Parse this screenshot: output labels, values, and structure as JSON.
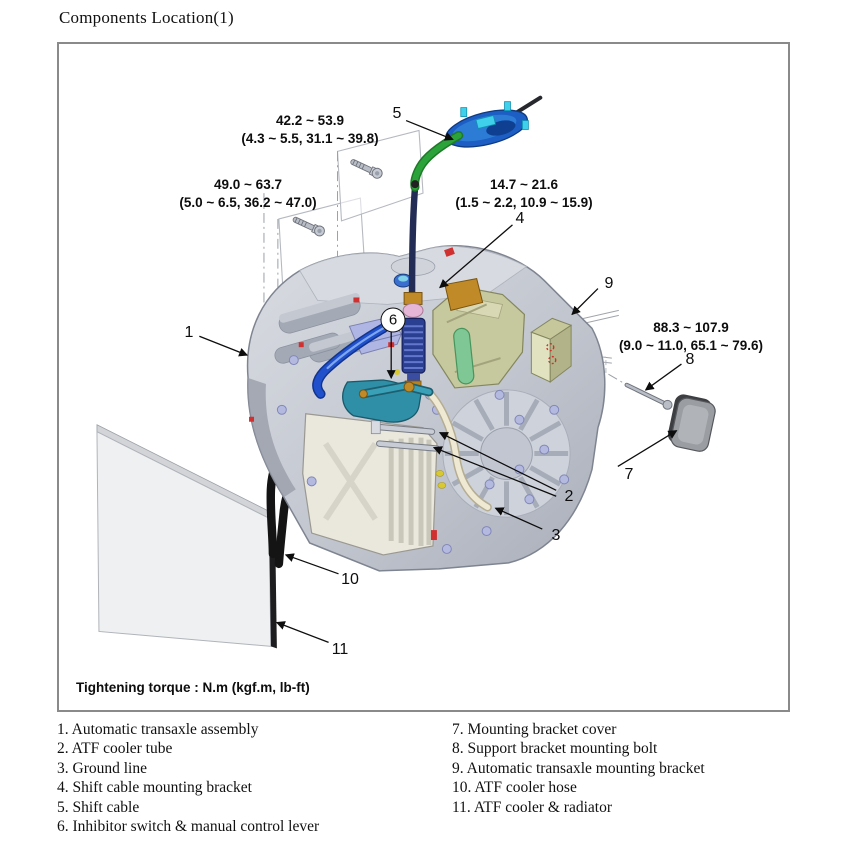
{
  "title": "Components Location(1)",
  "box": {
    "footer": "Tightening torque : N.m (kgf.m, lb-ft)"
  },
  "torque_specs": [
    {
      "nm": "42.2 ~ 53.9",
      "detail": "(4.3 ~ 5.5, 31.1 ~ 39.8)"
    },
    {
      "nm": "49.0 ~ 63.7",
      "detail": "(5.0 ~ 6.5, 36.2 ~ 47.0)"
    },
    {
      "nm": "14.7 ~ 21.6",
      "detail": "(1.5 ~ 2.2, 10.9 ~ 15.9)"
    },
    {
      "nm": "88.3 ~ 107.9",
      "detail": "(9.0 ~ 11.0, 65.1 ~ 79.6)"
    }
  ],
  "callouts": [
    "1",
    "2",
    "3",
    "4",
    "5",
    "6",
    "7",
    "8",
    "9",
    "10",
    "11"
  ],
  "legend": {
    "left": [
      "1. Automatic transaxle assembly",
      "2. ATF cooler tube",
      "3. Ground line",
      "4. Shift cable mounting bracket",
      "5. Shift cable",
      "6. Inhibitor switch & manual control lever"
    ],
    "right": [
      "7. Mounting bracket cover",
      "8. Support bracket mounting bolt",
      "9. Automatic transaxle mounting bracket",
      "10. ATF cooler hose",
      "11. ATF cooler & radiator"
    ]
  },
  "colors": {
    "shift_cable_green": "#2ca23a",
    "bracket_blue": "#1c5ec4",
    "hose_blue": "#2050cc",
    "boot_navy": "#2b3f92",
    "inhibitor_teal": "#2e8fa6",
    "bracket_olive": "#c6c89e",
    "handle_green": "#7fc795",
    "ground_line_cream": "#efe9d4",
    "atf_hose_black": "#141414",
    "cover_gray": "#9a9da2",
    "radiator_gray": "#eef0f1",
    "transaxle_gray": "#c5c9d1"
  }
}
